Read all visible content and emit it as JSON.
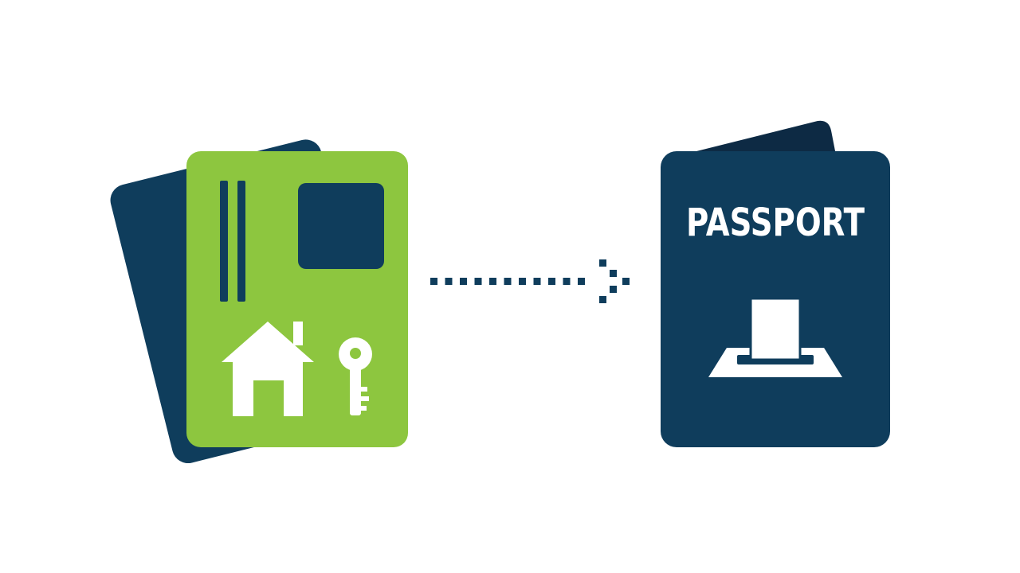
{
  "colors": {
    "background": "#ffffff",
    "navy": "#0f3d5c",
    "navy_dark": "#0d2a44",
    "green": "#8dc63f",
    "white": "#ffffff"
  },
  "left_card": {
    "icons": [
      "house-icon",
      "key-icon"
    ]
  },
  "passport": {
    "title": "PASSPORT",
    "icon": "ballot-slot-icon"
  },
  "connector": {
    "style": "dotted",
    "direction": "left-to-right"
  }
}
